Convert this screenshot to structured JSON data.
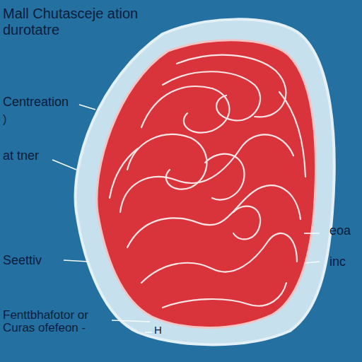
{
  "diagram": {
    "title": "Mall Chutasceje ation durotatre",
    "labels": [
      "Centreation",
      ")",
      "at tner",
      "Seettiv",
      "Fenttbhafotor or",
      "Curas ofefeon -",
      "eoa",
      "inc",
      "H"
    ]
  }
}
